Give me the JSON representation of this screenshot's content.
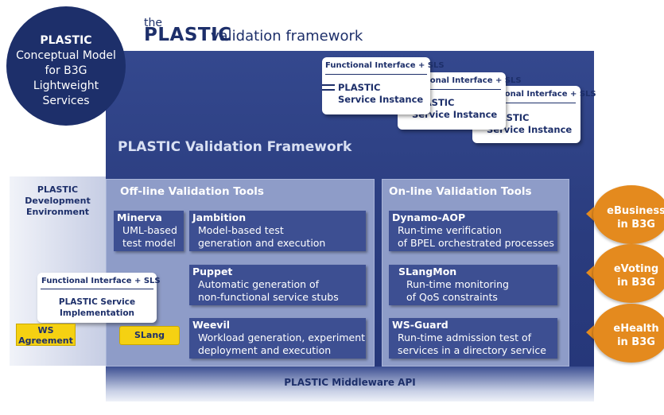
{
  "header": {
    "the": "the",
    "plastic": "PLASTIC",
    "rest": "validation framework"
  },
  "concept": {
    "title": "PLASTIC",
    "line1": "Conceptual Model",
    "line2": "for B3G",
    "line3": "Lightweight",
    "line4": "Services"
  },
  "service_instances": [
    {
      "header": "Functional Interface + SLS",
      "line1": "PLASTIC",
      "line2": "Service Instance"
    },
    {
      "header": "Functional Interface + SLS",
      "line1": "PLASTIC",
      "line2": "Service Instance"
    },
    {
      "header": "Functional Interface + SLS",
      "line1": "PLASTIC",
      "line2": "Service Instance"
    }
  ],
  "framework": {
    "title": "PLASTIC Validation Framework",
    "middleware": "PLASTIC Middleware API"
  },
  "dev_env": {
    "line1": "PLASTIC",
    "line2": "Development",
    "line3": "Environment",
    "sls_header": "Functional Interface + SLS",
    "impl_line1": "PLASTIC Service",
    "impl_line2": "Implementation",
    "ws_line1": "WS",
    "ws_line2": "Agreement",
    "slang": "SLang"
  },
  "offline": {
    "title": "Off-line Validation Tools",
    "tools": [
      {
        "name": "Minerva",
        "desc1": "UML-based",
        "desc2": "test model"
      },
      {
        "name": "Jambition",
        "desc1": "Model-based test",
        "desc2": "generation and execution"
      },
      {
        "name": "Puppet",
        "desc1": "Automatic generation of",
        "desc2": "non-functional service stubs"
      },
      {
        "name": "Weevil",
        "desc1": "Workload generation, experiment",
        "desc2": "deployment and execution"
      }
    ]
  },
  "online": {
    "title": "On-line Validation Tools",
    "tools": [
      {
        "name": "Dynamo-AOP",
        "desc1": "Run-time verification",
        "desc2": "of BPEL orchestrated processes"
      },
      {
        "name": "SLangMon",
        "desc1": "Run-time monitoring",
        "desc2": "of QoS constraints"
      },
      {
        "name": "WS-Guard",
        "desc1": "Run-time admission test of",
        "desc2": "services in a directory service"
      }
    ]
  },
  "domains": [
    {
      "line1": "eBusiness",
      "line2": "in B3G"
    },
    {
      "line1": "eVoting",
      "line2": "in B3G"
    },
    {
      "line1": "eHealth",
      "line2": "in B3G"
    }
  ],
  "colors": {
    "navy": "#1d2f6a",
    "framework_blue": "#2a3c7e",
    "panel_blue": "#8e9cc8",
    "tool_blue": "#3d4f92",
    "orange": "#e48a1e",
    "yellow": "#f5d112"
  }
}
